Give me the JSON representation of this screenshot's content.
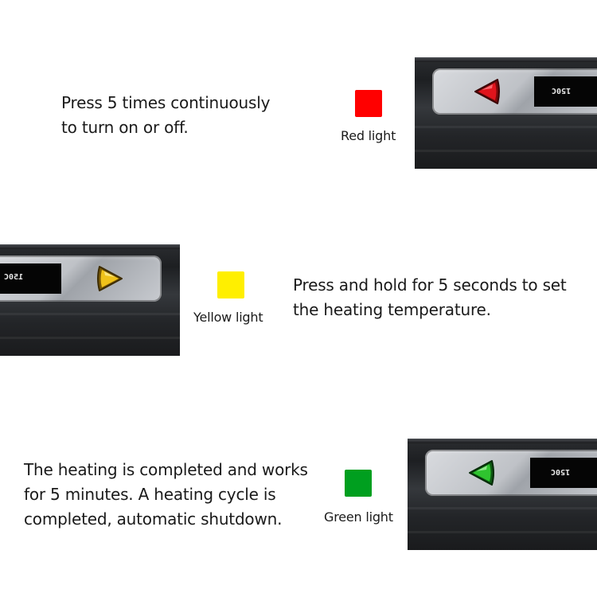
{
  "steps": [
    {
      "description_lines": [
        "Press 5 times continuously",
        "to turn on or off."
      ],
      "light_label": "Red light",
      "light_color": "#ff0000",
      "button_color": "#e0141c",
      "display_reading": "150C"
    },
    {
      "description_lines": [
        "Press and hold for 5 seconds to set",
        "the heating temperature."
      ],
      "light_label": "Yellow light",
      "light_color": "#ffef00",
      "button_color": "#f0c21a",
      "display_reading": "150C"
    },
    {
      "description_lines": [
        "The heating is completed and works",
        "for 5 minutes. A heating cycle is",
        "completed, automatic shutdown."
      ],
      "light_label": "Green light",
      "light_color": "#009f1f",
      "button_color": "#2fc42f",
      "display_reading": "150C"
    }
  ]
}
